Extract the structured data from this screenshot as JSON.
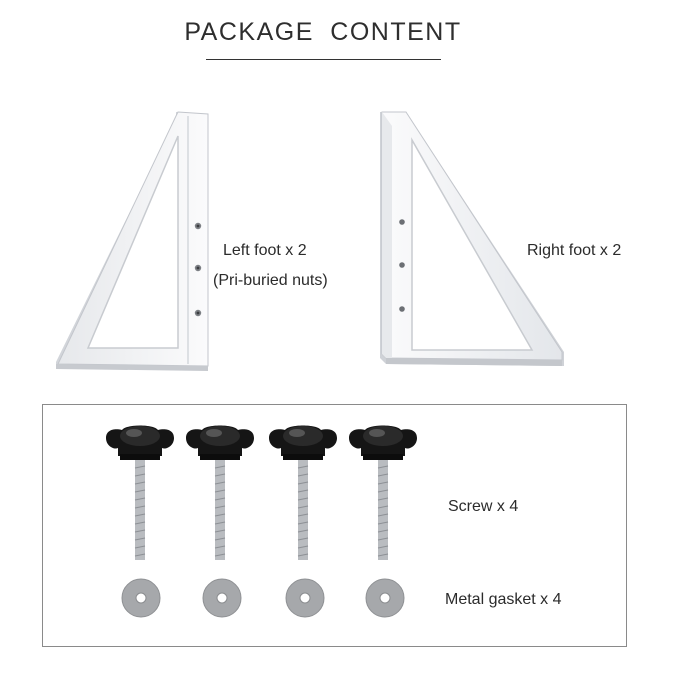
{
  "title": "PACKAGE CONTENT",
  "left_foot": {
    "label": "Left foot x 2",
    "note": "(Pri-buried nuts)"
  },
  "right_foot": {
    "label": "Right foot x 2"
  },
  "screw": {
    "label": "Screw x 4"
  },
  "gasket": {
    "label": "Metal gasket x 4"
  },
  "colors": {
    "text": "#2b2b2b",
    "foot_white": "#f4f5f7",
    "foot_shadow": "#c9ccd1",
    "knob_black": "#141414",
    "metal": "#b9bcc0"
  }
}
